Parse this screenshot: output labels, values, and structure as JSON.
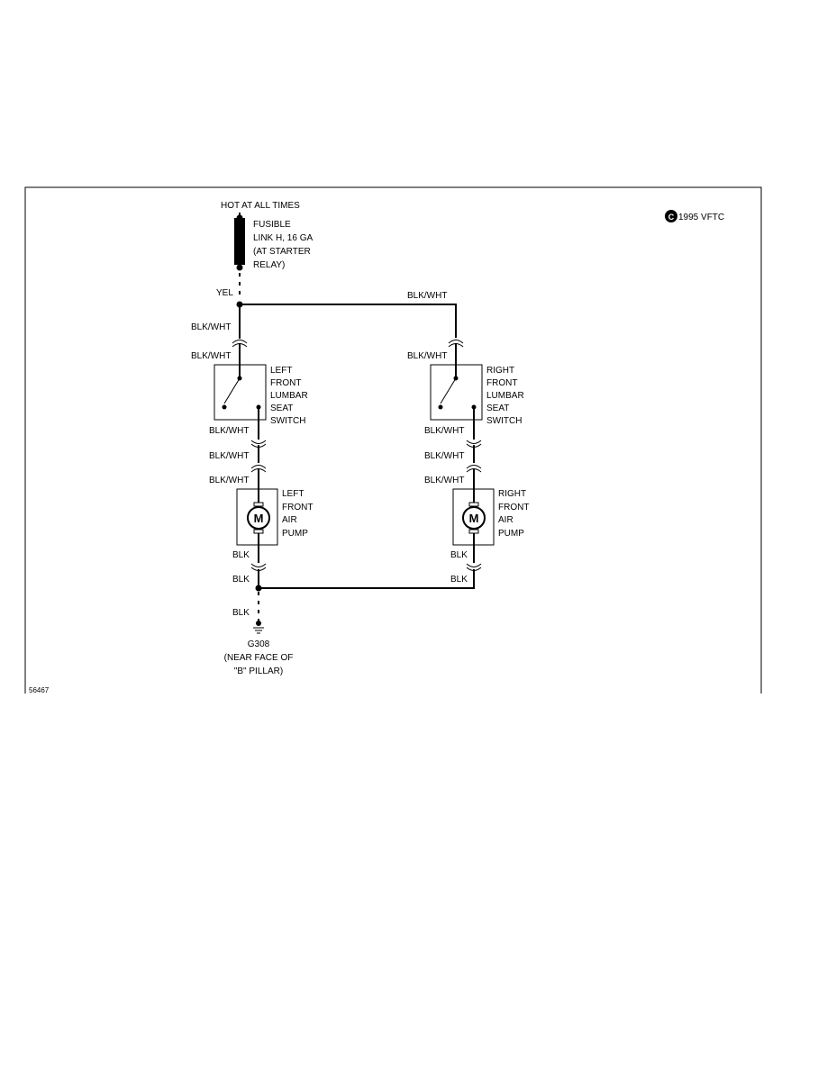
{
  "copyright": {
    "mark": "C",
    "text": "1995 VFTC"
  },
  "figure_id": "56467",
  "power": {
    "hot_label": "HOT AT ALL TIMES",
    "fusible_link": [
      "FUSIBLE",
      "LINK H,     16 GA",
      "(AT STARTER",
      "RELAY)"
    ]
  },
  "wires": {
    "yel": "YEL",
    "blk_wht": "BLK/WHT",
    "blk": "BLK"
  },
  "left_switch": [
    "LEFT",
    "FRONT",
    "LUMBAR",
    "SEAT",
    "SWITCH"
  ],
  "right_switch": [
    "RIGHT",
    "FRONT",
    "LUMBAR",
    "SEAT",
    "SWITCH"
  ],
  "left_pump": [
    "LEFT",
    "FRONT",
    "AIR",
    "PUMP"
  ],
  "right_pump": [
    "RIGHT",
    "FRONT",
    "AIR",
    "PUMP"
  ],
  "motor_symbol": "M",
  "ground": [
    "G308",
    "(NEAR FACE OF",
    "\"B\" PILLAR)"
  ]
}
